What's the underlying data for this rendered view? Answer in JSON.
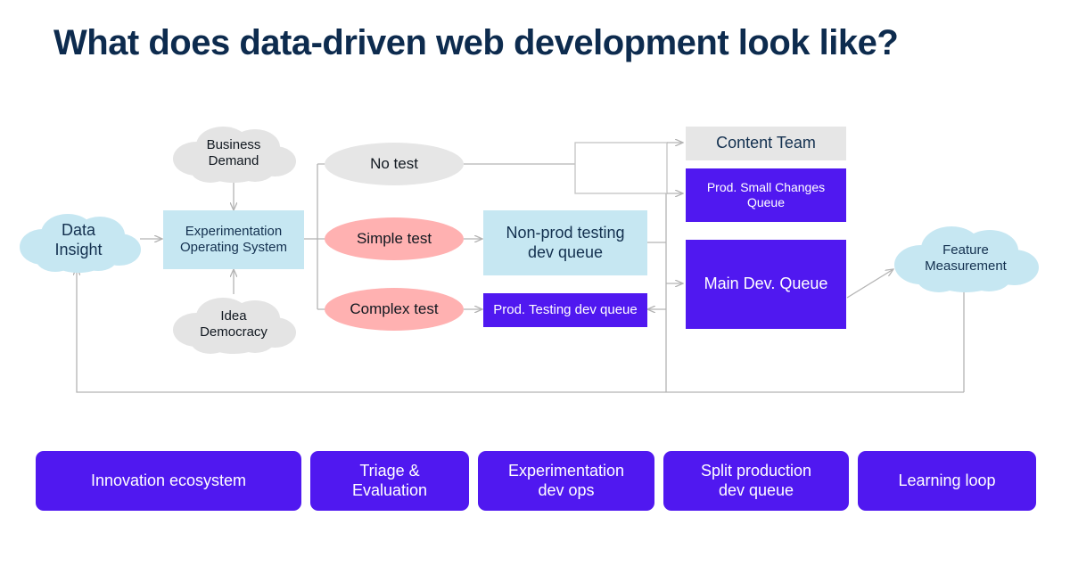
{
  "slide": {
    "title": "What does data-driven web development look like?",
    "background": "#ffffff"
  },
  "colors": {
    "title_navy": "#0d2b4e",
    "purple": "#5018f0",
    "light_blue": "#c6e7f2",
    "pink": "#ffb1b1",
    "grey": "#e6e6e6",
    "connector_grey": "#b3b3b3",
    "text_navy": "#13304f",
    "text_white": "#ffffff"
  },
  "diagram": {
    "clouds": [
      {
        "id": "data-insight",
        "label": "Data\nInsight",
        "style": "blue"
      },
      {
        "id": "business-demand",
        "label": "Business\nDemand",
        "style": "grey"
      },
      {
        "id": "idea-democracy",
        "label": "Idea\nDemocracy",
        "style": "grey"
      },
      {
        "id": "feature-measurement",
        "label": "Feature\nMeasurement",
        "style": "blue"
      }
    ],
    "boxes": [
      {
        "id": "experimentation-operating-system",
        "label": "Experimentation\nOperating System",
        "style": "light-blue"
      },
      {
        "id": "non-prod-testing-dev-queue",
        "label": "Non-prod testing\ndev queue",
        "style": "light-blue"
      },
      {
        "id": "prod-testing-dev-queue",
        "label": "Prod. Testing dev queue",
        "style": "purple"
      },
      {
        "id": "content-team",
        "label": "Content Team",
        "style": "grey"
      },
      {
        "id": "prod-small-changes-queue",
        "label": "Prod. Small Changes\nQueue",
        "style": "purple"
      },
      {
        "id": "main-dev-queue",
        "label": "Main Dev. Queue",
        "style": "purple"
      }
    ],
    "decisions": [
      {
        "id": "no-test",
        "label": "No test",
        "style": "grey"
      },
      {
        "id": "simple-test",
        "label": "Simple test",
        "style": "pink"
      },
      {
        "id": "complex-test",
        "label": "Complex test",
        "style": "pink"
      }
    ]
  },
  "labels": {
    "data_insight": "Data Insight",
    "data_insight_line1": "Data",
    "data_insight_line2": "Insight",
    "business_demand_line1": "Business",
    "business_demand_line2": "Demand",
    "idea_democracy_line1": "Idea",
    "idea_democracy_line2": "Democracy",
    "eos_line1": "Experimentation",
    "eos_line2": "Operating System",
    "no_test": "No test",
    "simple_test": "Simple test",
    "complex_test": "Complex test",
    "nonprod_line1": "Non-prod testing",
    "nonprod_line2": "dev queue",
    "prod_testing": "Prod. Testing dev queue",
    "content_team": "Content Team",
    "prod_small_line1": "Prod. Small Changes",
    "prod_small_line2": "Queue",
    "main_dev_queue": "Main Dev. Queue",
    "feature_measurement_line1": "Feature",
    "feature_measurement_line2": "Measurement"
  },
  "pills": [
    {
      "id": "innovation-ecosystem",
      "label": "Innovation ecosystem"
    },
    {
      "id": "triage-evaluation",
      "line1": "Triage &",
      "line2": "Evaluation"
    },
    {
      "id": "experimentation-dev-ops",
      "line1": "Experimentation",
      "line2": "dev ops"
    },
    {
      "id": "split-production-dev-queue",
      "line1": "Split production",
      "line2": "dev queue"
    },
    {
      "id": "learning-loop",
      "label": "Learning loop"
    }
  ]
}
